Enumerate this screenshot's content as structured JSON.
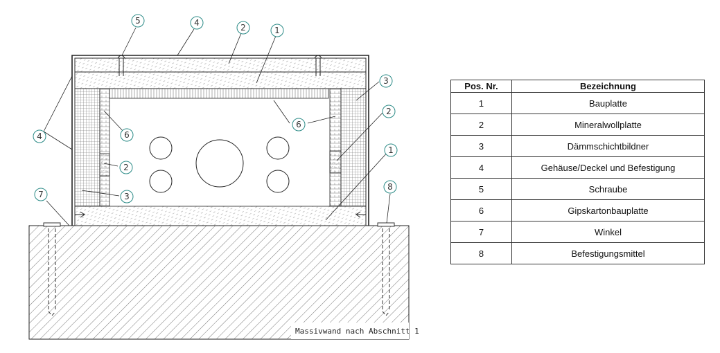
{
  "drawing": {
    "callouts": {
      "a": "5",
      "b": "4",
      "c": "2",
      "d": "1",
      "e": "3",
      "f": "6",
      "g": "6",
      "h": "4",
      "i": "2",
      "j": "2",
      "k": "1",
      "l": "3",
      "m": "7",
      "n": "8"
    },
    "wall_note": "Massivwand nach Abschnitt 1"
  },
  "legend": {
    "header_pos": "Pos. Nr.",
    "header_desc": "Bezeichnung",
    "rows": [
      {
        "pos": "1",
        "desc": "Bauplatte"
      },
      {
        "pos": "2",
        "desc": "Mineralwollplatte"
      },
      {
        "pos": "3",
        "desc": "Dämmschichtbildner"
      },
      {
        "pos": "4",
        "desc": "Gehäuse/Deckel und Befestigung"
      },
      {
        "pos": "5",
        "desc": "Schraube"
      },
      {
        "pos": "6",
        "desc": "Gipskartonbauplatte"
      },
      {
        "pos": "7",
        "desc": "Winkel"
      },
      {
        "pos": "8",
        "desc": "Befestigungsmittel"
      }
    ]
  },
  "colors": {
    "callout": "#2a8a86",
    "line": "#222222"
  }
}
